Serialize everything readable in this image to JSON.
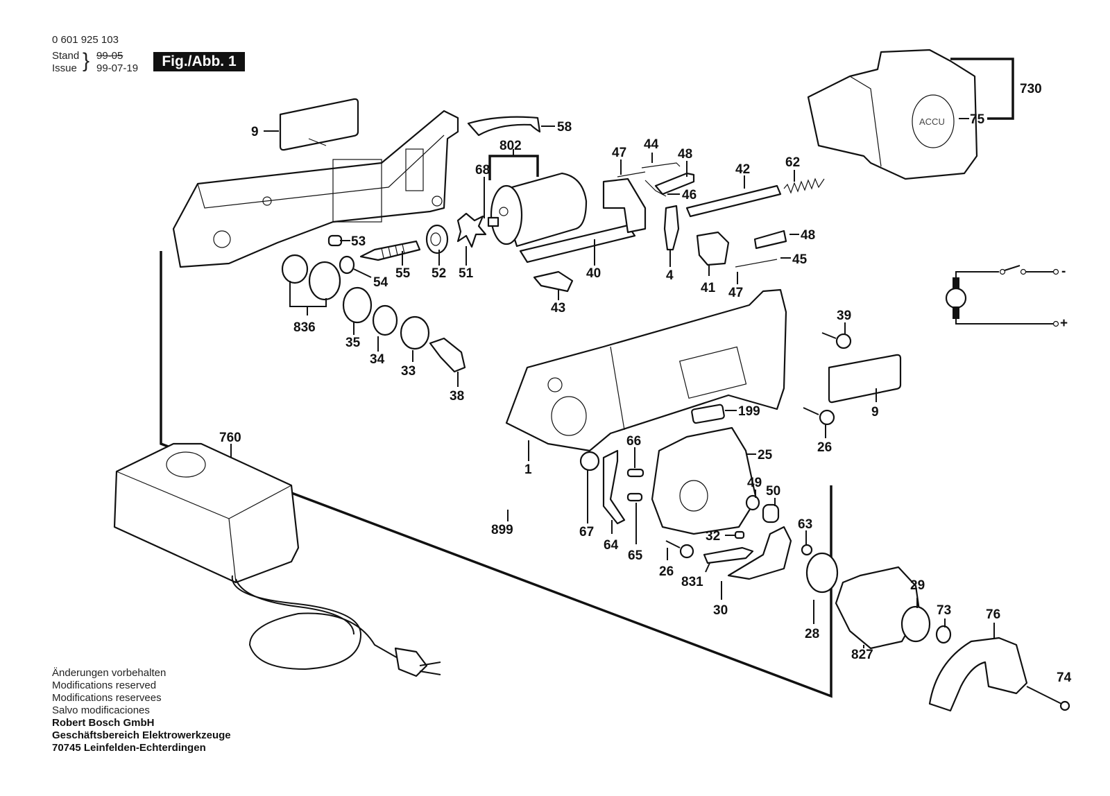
{
  "header": {
    "part_number": "0 601 925 103",
    "stand_label": "Stand",
    "issue_label": "Issue",
    "stand_value_struck": "99-05",
    "issue_value": "99-07-19",
    "figure_label": "Fig./Abb. 1"
  },
  "footer": {
    "lines": [
      "Änderungen vorbehalten",
      "Modifications reserved",
      "Modifications reservees",
      "Salvo modificaciones"
    ],
    "company": "Robert Bosch GmbH",
    "division": "Geschäftsbereich Elektrowerkzeuge",
    "address": "70745 Leinfelden-Echterdingen"
  },
  "wiring": {
    "minus": "-",
    "plus": "+"
  },
  "callouts": {
    "p9a": "9",
    "p58": "58",
    "p802": "802",
    "p68": "68",
    "p47a": "47",
    "p44": "44",
    "p48a": "48",
    "p46": "46",
    "p42": "42",
    "p62": "62",
    "p730": "730",
    "p75": "75",
    "p53": "53",
    "p55": "55",
    "p52": "52",
    "p51": "51",
    "p54": "54",
    "p40": "40",
    "p43": "43",
    "p4": "4",
    "p41": "41",
    "p47b": "47",
    "p48b": "48",
    "p45": "45",
    "p836": "836",
    "p35": "35",
    "p34": "34",
    "p33": "33",
    "p38": "38",
    "p39": "39",
    "p199": "199",
    "p9b": "9",
    "p26a": "26",
    "p1": "1",
    "p760": "760",
    "p899": "899",
    "p66": "66",
    "p25": "25",
    "p67": "67",
    "p64": "64",
    "p65": "65",
    "p49": "49",
    "p50": "50",
    "p32": "32",
    "p63": "63",
    "p26b": "26",
    "p831": "831",
    "p30": "30",
    "p28": "28",
    "p827": "827",
    "p29": "29",
    "p73": "73",
    "p76": "76",
    "p74": "74"
  }
}
